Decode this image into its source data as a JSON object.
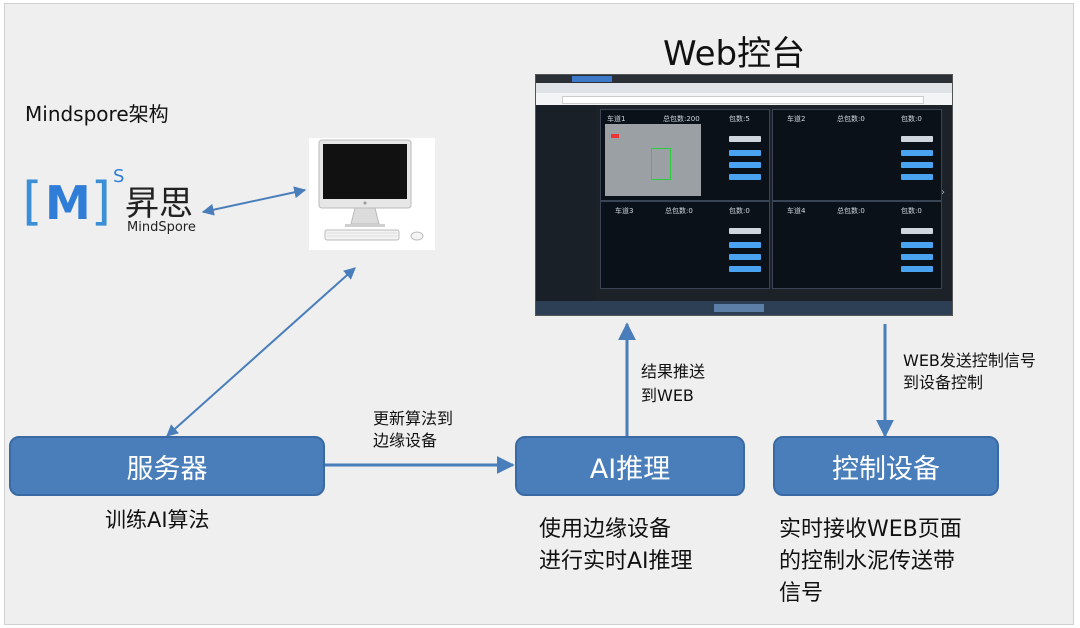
{
  "title": "Web控台",
  "framework_label": "Mindspore架构",
  "logo": {
    "brand_cn": "昇思",
    "brand_en": "MindSpore",
    "mark": "M",
    "superscript": "S"
  },
  "nodes": {
    "server": {
      "label": "服务器",
      "caption": "训练AI算法"
    },
    "ai_inference": {
      "label": "AI推理",
      "caption_lines": [
        "使用边缘设备",
        "进行实时AI推理"
      ]
    },
    "control_device": {
      "label": "控制设备",
      "caption_lines": [
        "实时接收WEB页面",
        "的控制水泥传送带",
        "信号"
      ]
    }
  },
  "edges": {
    "update_algo": [
      "更新算法到",
      "边缘设备"
    ],
    "push_result": [
      "结果推送",
      "到WEB"
    ],
    "send_control": [
      "WEB发送控制信号",
      "到设备控制"
    ]
  },
  "console": {
    "lanes": [
      {
        "name": "车道1",
        "total": "总包数:200",
        "count": "包数:5"
      },
      {
        "name": "车道2",
        "total": "总包数:0",
        "count": "包数:0"
      },
      {
        "name": "车道3",
        "total": "总包数:0",
        "count": "包数:0"
      },
      {
        "name": "车道4",
        "total": "总包数:0",
        "count": "包数:0"
      }
    ]
  },
  "colors": {
    "box_fill": "#4a7ebb",
    "arrow": "#4a7ebb",
    "logo_blue": "#2f7dd6",
    "background": "#efefef"
  }
}
